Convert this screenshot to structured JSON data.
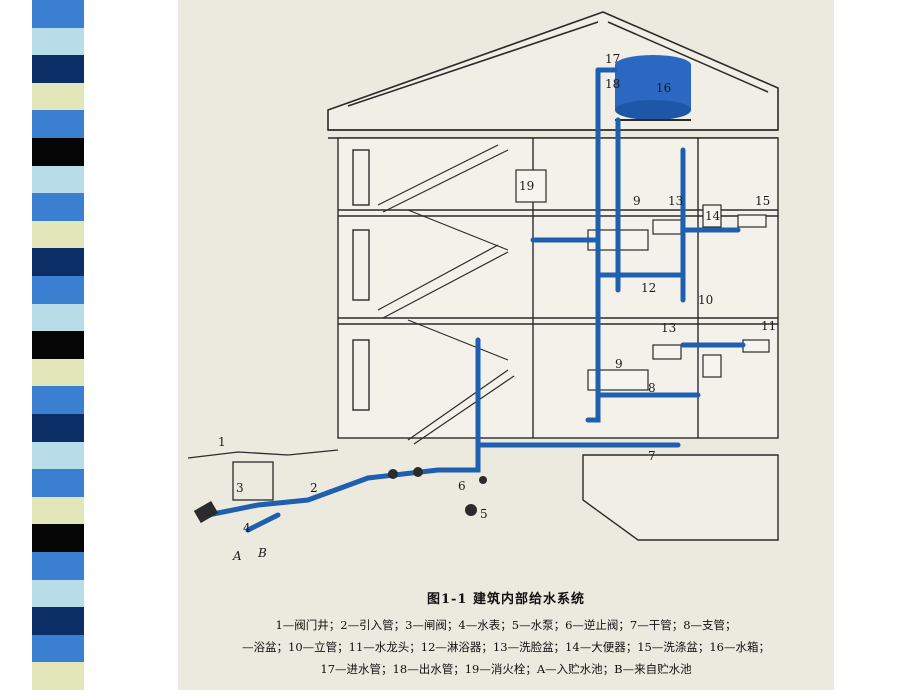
{
  "colors": {
    "pipe": "#1f5fb0",
    "tank": "#2a68c2",
    "drawing": "#2b2b2b",
    "paper": "#ece9de",
    "stripe_blue": "#3a7fd0",
    "stripe_light": "#b8dce8",
    "stripe_cream": "#e3e6b8",
    "stripe_navy": "#0b2e66",
    "stripe_black": "#050505"
  },
  "figure": {
    "title": "图1-1   建筑内部给水系统",
    "legend_lines": [
      "1—阀门井；2—引入管；3—闸阀；4—水表；5—水泵；6—逆止阀；7—干管；8—支管；",
      "—浴盆；10—立管；11—水龙头；12—淋浴器；13—洗脸盆；14—大便器；15—洗涤盆；16—水箱；",
      "17—进水管；18—出水管；19—消火栓；A—入贮水池；B—来自贮水池"
    ]
  },
  "callouts": [
    "1",
    "2",
    "3",
    "4",
    "5",
    "6",
    "7",
    "8",
    "9",
    "9",
    "10",
    "11",
    "12",
    "13",
    "13",
    "14",
    "15",
    "16",
    "17",
    "18",
    "19",
    "A",
    "B"
  ]
}
